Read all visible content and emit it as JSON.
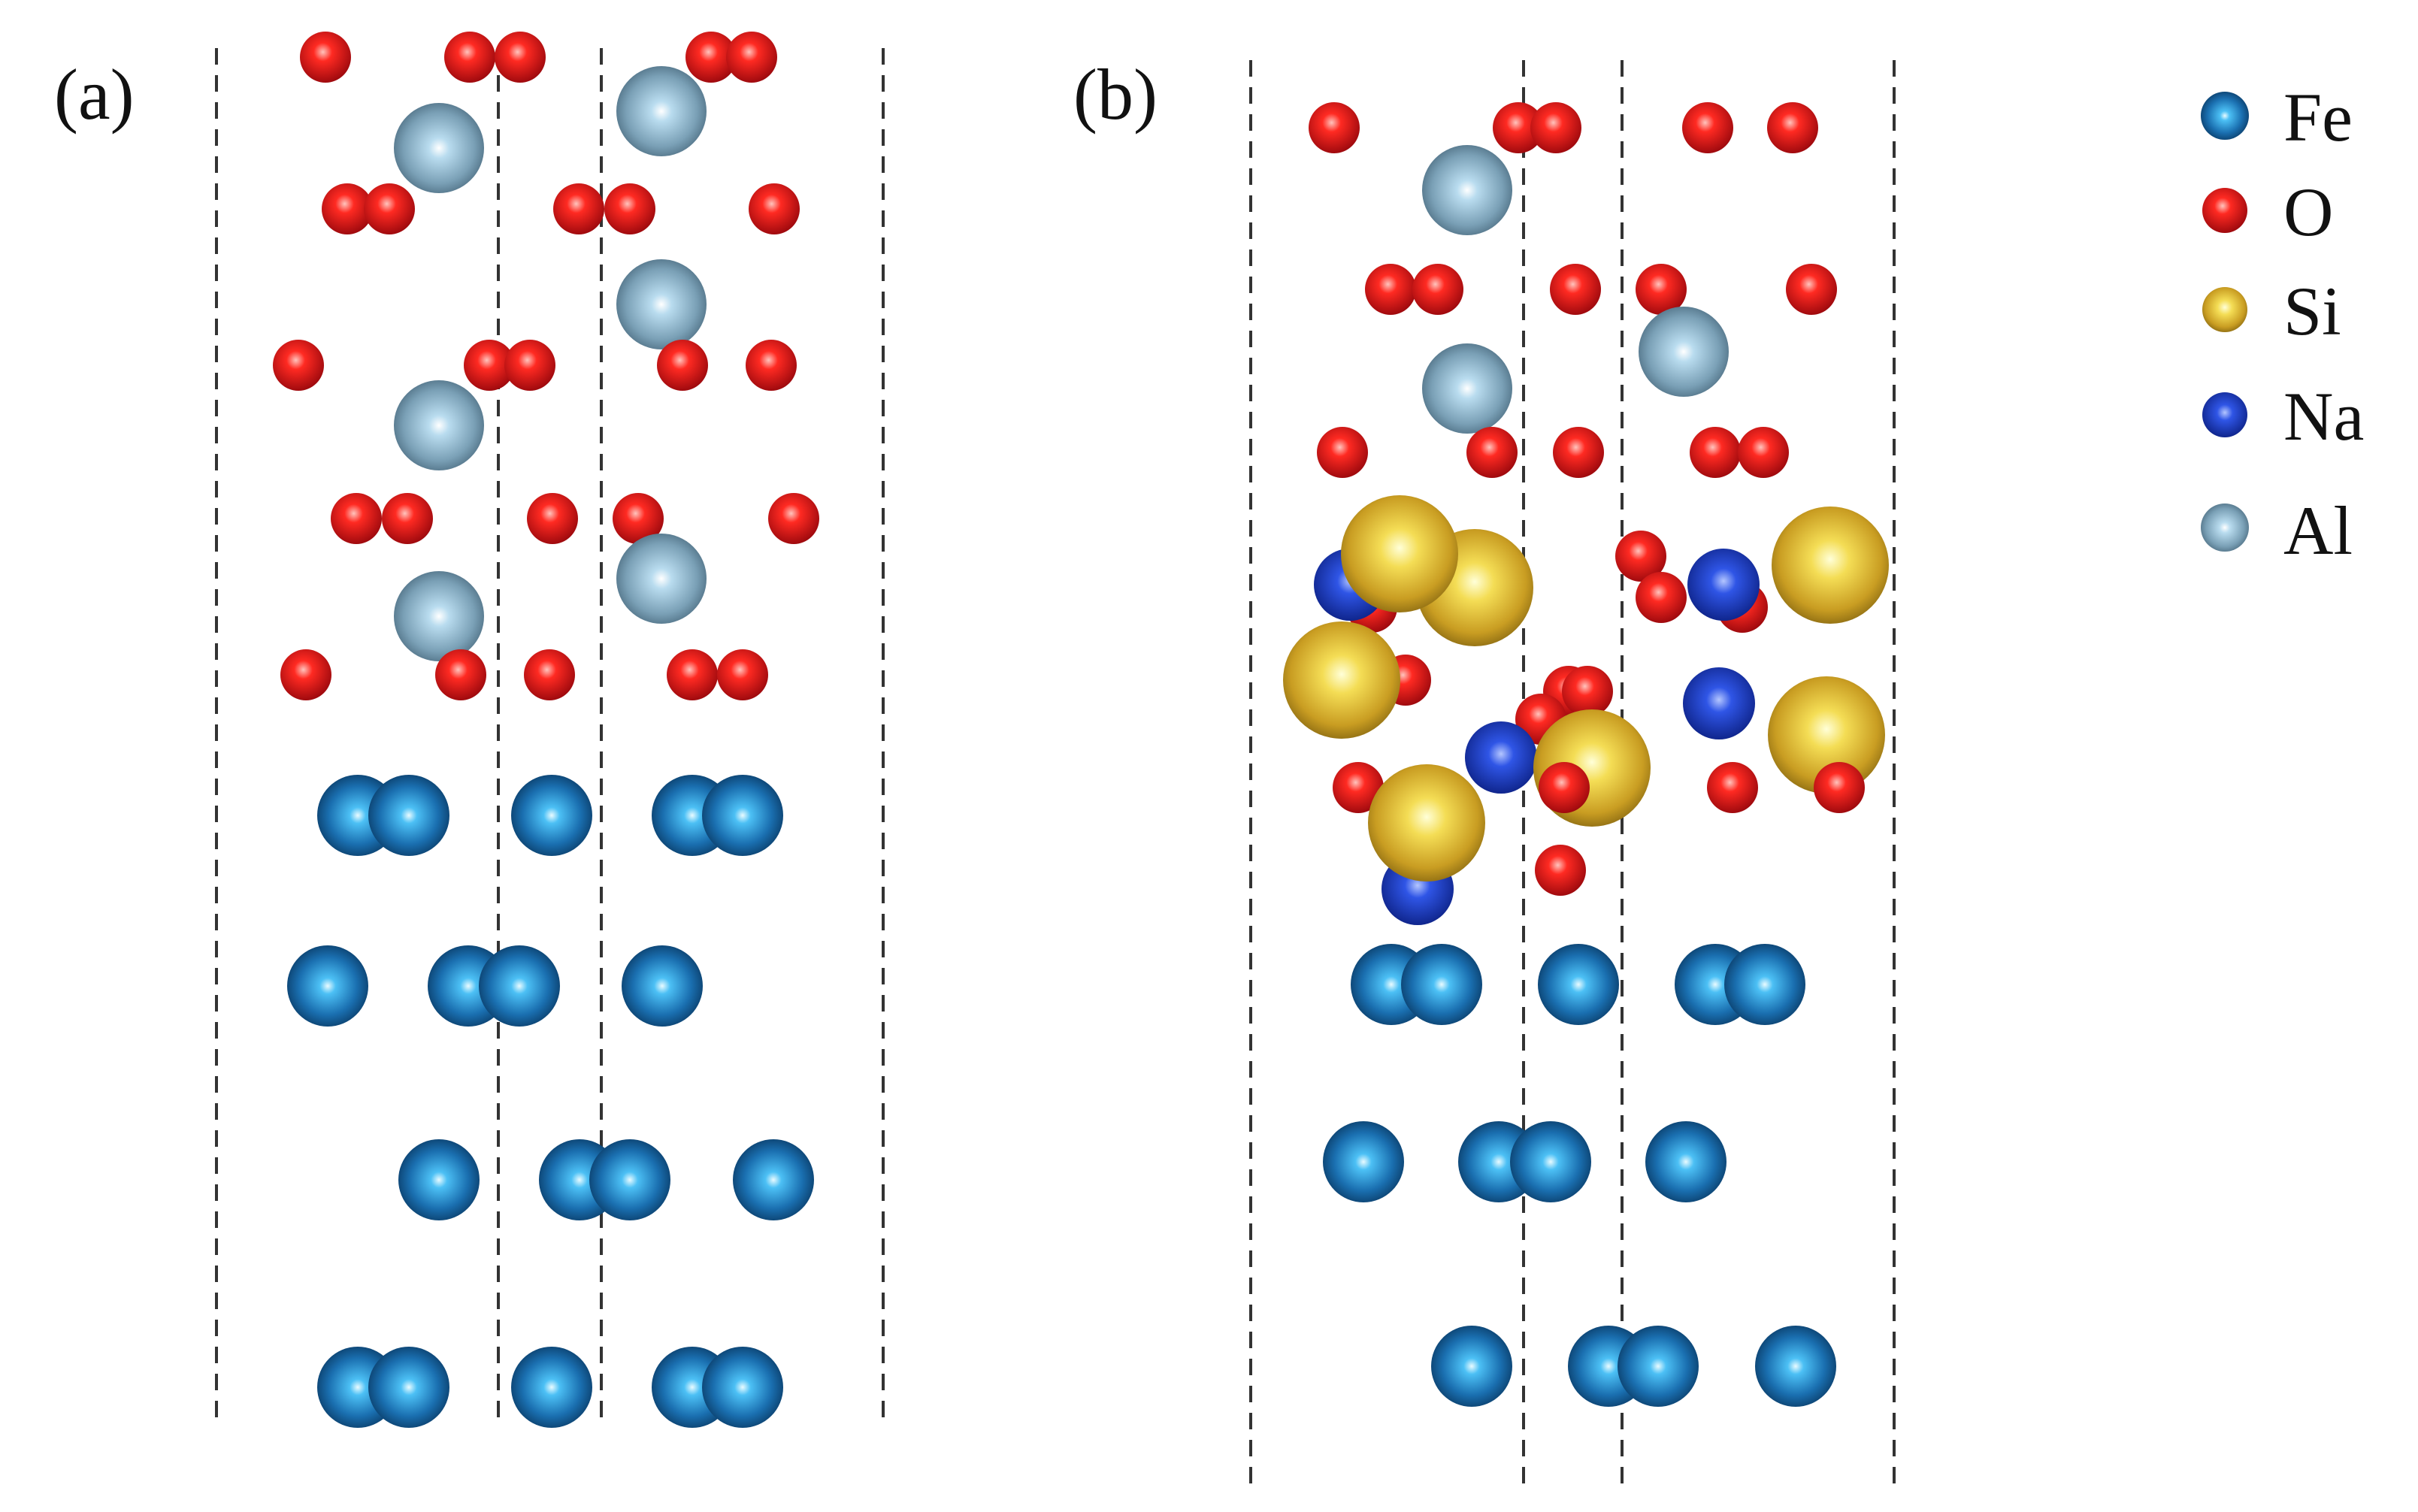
{
  "panels": [
    {
      "id": "a",
      "label": "(a)"
    },
    {
      "id": "b",
      "label": "(b)"
    }
  ],
  "legend": [
    {
      "element": "Fe",
      "label": "Fe",
      "color": "#1a6fb0",
      "highlight": "#8fd3ff"
    },
    {
      "element": "O",
      "label": "O",
      "color": "#e0151a",
      "highlight": "#ff8a80"
    },
    {
      "element": "Si",
      "label": "Si",
      "color": "#d8b52a",
      "highlight": "#fff7a0"
    },
    {
      "element": "Na",
      "label": "Na",
      "color": "#1c3fc8",
      "highlight": "#9fb4ff"
    },
    {
      "element": "Al",
      "label": "Al",
      "color": "#7fa3b8",
      "highlight": "#eaf6ff"
    }
  ]
}
